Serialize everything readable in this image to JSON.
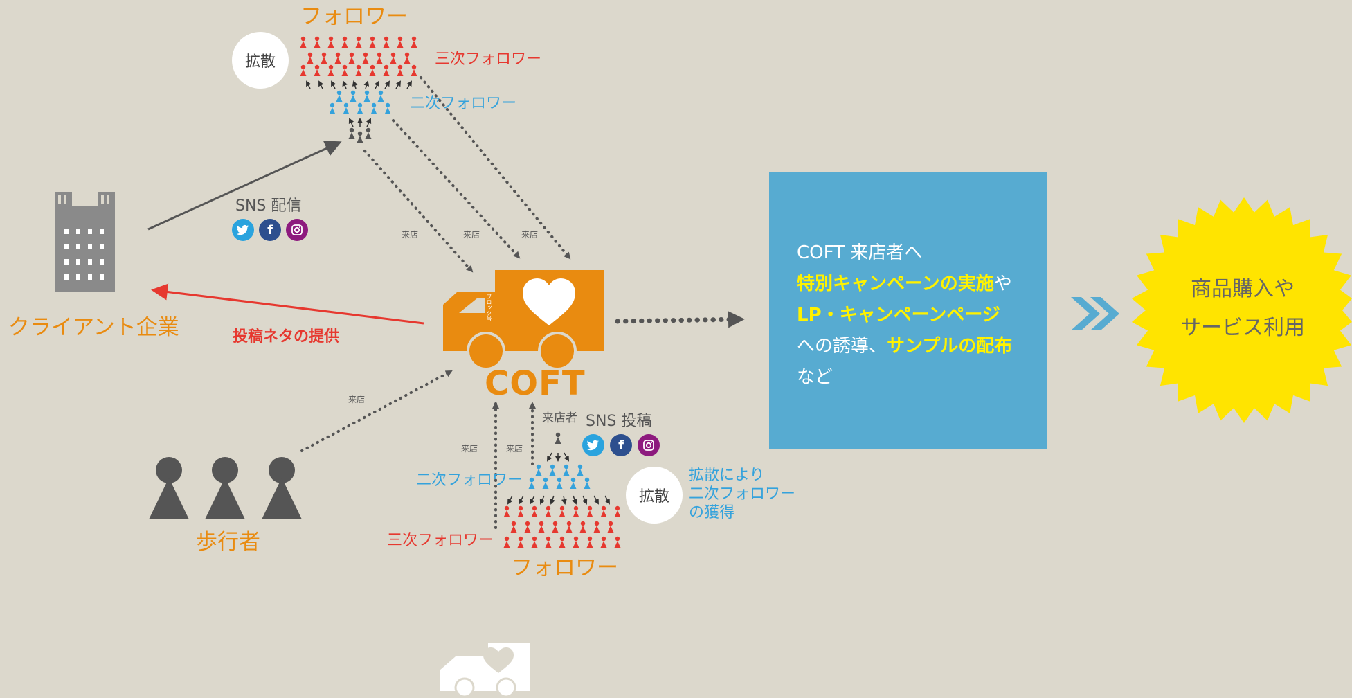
{
  "labels": {
    "client_company": "クライアント企業",
    "pedestrian": "歩行者",
    "followers_top": "フォロワー",
    "followers_bottom": "フォロワー",
    "third_followers_top": "三次フォロワー",
    "second_followers_top": "二次フォロワー",
    "second_followers_bottom": "二次フォロワー",
    "third_followers_bottom": "三次フォロワー",
    "sns_delivery": "SNS 配信",
    "sns_post": "SNS 投稿",
    "post_material": "投稿ネタの提供",
    "visitor": "来店者",
    "visit": "来店",
    "spread": "拡散",
    "spread_note_1": "拡散により",
    "spread_note_2": "二次フォロワー",
    "spread_note_3": "の獲得",
    "truck_side_text": "ブロック号",
    "coft": "COFT"
  },
  "info_box": {
    "line1": "COFT 来店者へ",
    "line2_hl": "特別キャンペーンの実施",
    "line2_rest": "や",
    "line3_hl": "LP・キャンペーンページ",
    "line4_plain": "への誘導、",
    "line4_hl": "サンプルの配布",
    "line5": "など"
  },
  "result": {
    "line1": "商品購入や",
    "line2": "サービス利用"
  },
  "colors": {
    "orange": "#e98b10",
    "red": "#e6382f",
    "blue": "#34a2dc",
    "dark": "#555555",
    "box": "#57abd1",
    "highlight": "#fff200",
    "burst": "#ffe400",
    "twitter": "#2aa3de",
    "facebook": "#2d4f8e",
    "instagram": "#8d1a7e"
  },
  "icons": [
    "building-icon",
    "truck-icon",
    "heart-icon",
    "person-icon",
    "twitter-icon",
    "facebook-icon",
    "instagram-icon",
    "chevron-right-double-icon"
  ]
}
